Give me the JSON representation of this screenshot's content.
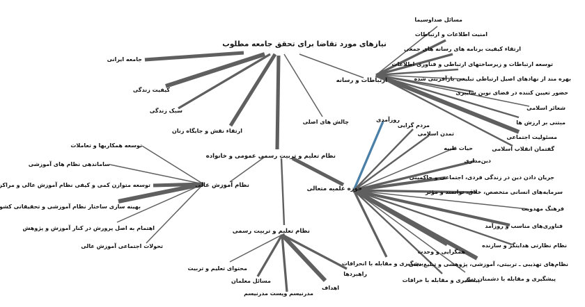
{
  "diagram": {
    "root": {
      "id": "root",
      "label": "نیازهای مورد تقاضا برای تحقق جامعه مطلوب"
    },
    "nodes": [
      {
        "id": "n_jame",
        "label": "جامعه ایرانی"
      },
      {
        "id": "n_keyfiat",
        "label": "کیفیت زندگی"
      },
      {
        "id": "n_sabk",
        "label": "سبک زندگی"
      },
      {
        "id": "n_zanan",
        "label": "ارتقاء نقش و جایگاه زنان"
      },
      {
        "id": "n_chalesh",
        "label": "چالش های اصلی"
      },
      {
        "id": "hub_ertebat",
        "label": "ارتباطات و رسانه"
      },
      {
        "id": "hub_talim_omumi",
        "label": "نظام تعلیم و تربیت رسمی عمومی و خانواده"
      },
      {
        "id": "hub_ali",
        "label": "نظام آموزش عالی"
      },
      {
        "id": "hub_rasmi",
        "label": "نظام تعلیم و تربیت رسمی"
      },
      {
        "id": "hub_howze",
        "label": "حوزه علمیه متعالی"
      },
      {
        "id": "e1",
        "label": "مسائل صداوسیما"
      },
      {
        "id": "e2",
        "label": "امنیت اطلاعات و ارتباطات"
      },
      {
        "id": "e3",
        "label": "ارتقاء کیفیت برنامه های رسانه های جمعی"
      },
      {
        "id": "e4",
        "label": "توسعه ارتباطات و زیرساختهای ارتباطی و فناوری اطلاعات"
      },
      {
        "id": "e5",
        "label": "بهره مند از نهادهای اصیل ارتباطی تبلیغی بازآفرینی شده"
      },
      {
        "id": "e6",
        "label": "حضور تعیین کننده در فضای نوین سایبری"
      },
      {
        "id": "e7",
        "label": "شعائر اسلامی"
      },
      {
        "id": "e8",
        "label": "مبتنی بر ارزش ها"
      },
      {
        "id": "e9",
        "label": "مسئولیت اجتماعی"
      },
      {
        "id": "e10",
        "label": "گفتمان انقلاب اسلامی"
      },
      {
        "id": "a1",
        "label": "توسعه همکاریها و تعاملات"
      },
      {
        "id": "a2",
        "label": "ساماندهی نظام های آموزشی"
      },
      {
        "id": "a3",
        "label": "توسعه متوازن کمی و کیفی نظام آموزش عالی و مراکز تحقیقاتی"
      },
      {
        "id": "a4",
        "label": "بهینه سازی ساختار نظام آموزشی و تحقیقاتی کشور"
      },
      {
        "id": "a5",
        "label": "اهتمام به اصل پرورش در کنار آموزش و پژوهش"
      },
      {
        "id": "a6",
        "label": "تحولات اجتماعی آموزش عالی"
      },
      {
        "id": "r1",
        "label": "محتوای تعلیم و تربیت"
      },
      {
        "id": "r2",
        "label": "مسائل معلمان"
      },
      {
        "id": "r3",
        "label": "مدرنیسم وپست مدرنیسم"
      },
      {
        "id": "r4",
        "label": "اهداف"
      },
      {
        "id": "r5",
        "label": "راهبردها"
      },
      {
        "id": "h1",
        "label": "روزآمدی"
      },
      {
        "id": "h2",
        "label": "مردم گرایی"
      },
      {
        "id": "h3",
        "label": "تمدن اسلامی"
      },
      {
        "id": "h4",
        "label": "حیات طیبه"
      },
      {
        "id": "h5",
        "label": "دین‌مداری"
      },
      {
        "id": "h6",
        "label": "جریان دادن دین در زندگی فردی، اجتماعی و حاکمیتی"
      },
      {
        "id": "h7",
        "label": "سرمایه‌های انسانی متخصص، خلاق، توانمند و مؤثر"
      },
      {
        "id": "h8",
        "label": "فرهنگ مهدویت"
      },
      {
        "id": "h9",
        "label": "فناوری‌های مناسب و روزآمد"
      },
      {
        "id": "h10",
        "label": "نظام نظارتی هدایتگر و سازنده"
      },
      {
        "id": "h11",
        "label": "همگرایی و وحدت"
      },
      {
        "id": "h12",
        "label": "نظام‌های تهذیبی ـ تربیتی، آموزشی، پژوهشی و تبلیغ دینی"
      },
      {
        "id": "h13",
        "label": "پیشگیری و مقابله با دشمنان دین"
      },
      {
        "id": "h14",
        "label": "پیشگیری و مقابله با خرافات"
      },
      {
        "id": "h15",
        "label": "پیشگیری و مقابله با انحرافات"
      }
    ],
    "edges": [
      {
        "from": "root",
        "to": "n_jame",
        "weight": 5
      },
      {
        "from": "root",
        "to": "n_keyfiat",
        "weight": 6
      },
      {
        "from": "root",
        "to": "n_sabk",
        "weight": 3
      },
      {
        "from": "root",
        "to": "n_zanan",
        "weight": 5
      },
      {
        "from": "root",
        "to": "hub_talim_omumi",
        "weight": 5
      },
      {
        "from": "root",
        "to": "n_chalesh",
        "weight": 1
      },
      {
        "from": "root",
        "to": "hub_ertebat",
        "weight": 1
      },
      {
        "from": "hub_ertebat",
        "to": "e1",
        "weight": 1
      },
      {
        "from": "hub_ertebat",
        "to": "e2",
        "weight": 3
      },
      {
        "from": "hub_ertebat",
        "to": "e3",
        "weight": 3
      },
      {
        "from": "hub_ertebat",
        "to": "e4",
        "weight": 2
      },
      {
        "from": "hub_ertebat",
        "to": "e5",
        "weight": 1
      },
      {
        "from": "hub_ertebat",
        "to": "e6",
        "weight": 2
      },
      {
        "from": "hub_ertebat",
        "to": "e7",
        "weight": 1
      },
      {
        "from": "hub_ertebat",
        "to": "e8",
        "weight": 2
      },
      {
        "from": "hub_ertebat",
        "to": "e9",
        "weight": 6
      },
      {
        "from": "hub_ertebat",
        "to": "e10",
        "weight": 2
      },
      {
        "from": "hub_talim_omumi",
        "to": "hub_ali",
        "weight": 1
      },
      {
        "from": "hub_talim_omumi",
        "to": "hub_rasmi",
        "weight": 2
      },
      {
        "from": "hub_talim_omumi",
        "to": "hub_howze",
        "weight": 5
      },
      {
        "from": "hub_ali",
        "to": "a1",
        "weight": 1
      },
      {
        "from": "hub_ali",
        "to": "a2",
        "weight": 1
      },
      {
        "from": "hub_ali",
        "to": "a3",
        "weight": 5
      },
      {
        "from": "hub_ali",
        "to": "a4",
        "weight": 6
      },
      {
        "from": "hub_ali",
        "to": "a5",
        "weight": 1
      },
      {
        "from": "hub_ali",
        "to": "a6",
        "weight": 1
      },
      {
        "from": "hub_rasmi",
        "to": "r1",
        "weight": 1
      },
      {
        "from": "hub_rasmi",
        "to": "r2",
        "weight": 3
      },
      {
        "from": "hub_rasmi",
        "to": "r3",
        "weight": 3
      },
      {
        "from": "hub_rasmi",
        "to": "r4",
        "weight": 6
      },
      {
        "from": "hub_rasmi",
        "to": "r5",
        "weight": 3
      },
      {
        "from": "hub_howze",
        "to": "h1",
        "weight": 3,
        "highlight": true
      },
      {
        "from": "hub_howze",
        "to": "h2",
        "weight": 2
      },
      {
        "from": "hub_howze",
        "to": "h3",
        "weight": 2
      },
      {
        "from": "hub_howze",
        "to": "h4",
        "weight": 1
      },
      {
        "from": "hub_howze",
        "to": "h5",
        "weight": 3
      },
      {
        "from": "hub_howze",
        "to": "h6",
        "weight": 4
      },
      {
        "from": "hub_howze",
        "to": "h7",
        "weight": 3
      },
      {
        "from": "hub_howze",
        "to": "h8",
        "weight": 1
      },
      {
        "from": "hub_howze",
        "to": "h9",
        "weight": 4
      },
      {
        "from": "hub_howze",
        "to": "h10",
        "weight": 2
      },
      {
        "from": "hub_howze",
        "to": "h11",
        "weight": 5
      },
      {
        "from": "hub_howze",
        "to": "h12",
        "weight": 6
      },
      {
        "from": "hub_howze",
        "to": "h13",
        "weight": 1
      },
      {
        "from": "hub_howze",
        "to": "h14",
        "weight": 2
      },
      {
        "from": "hub_howze",
        "to": "h15",
        "weight": 3
      }
    ],
    "colors": {
      "edge": "#5f5f5f",
      "highlight": "#4a7fa8",
      "text": "#111111"
    }
  }
}
